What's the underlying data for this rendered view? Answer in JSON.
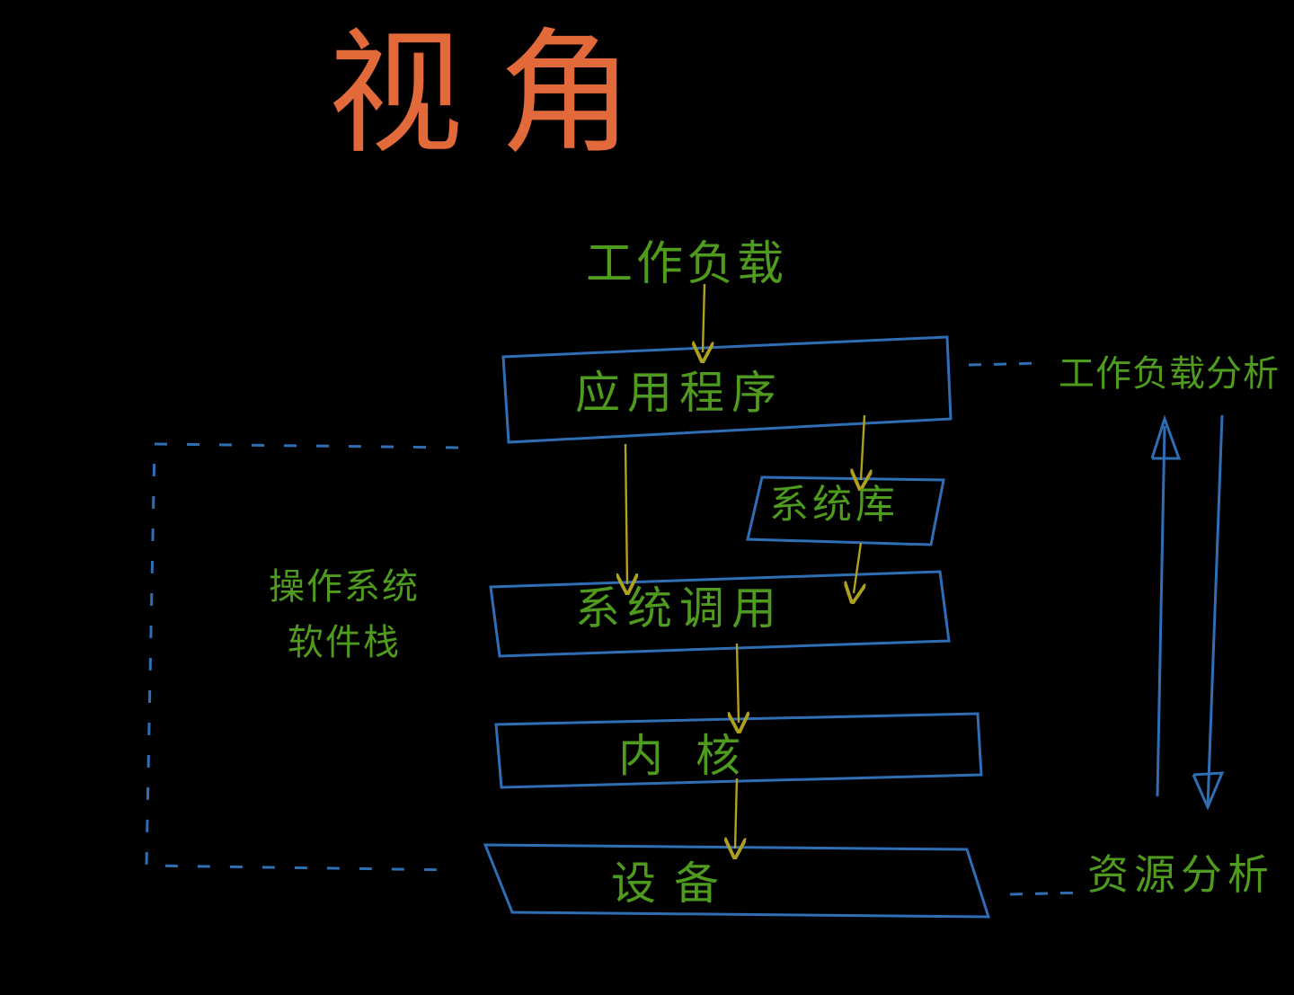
{
  "title": "视角",
  "diagram": {
    "workload": "工作负载",
    "layers": {
      "application": "应用程序",
      "system_library": "系统库",
      "system_call": "系统调用",
      "kernel": "内核",
      "device": "设备"
    },
    "os_software_stack": "操作系统软件栈",
    "workload_analysis": "工作负载分析",
    "resource_analysis": "资源分析"
  },
  "colors": {
    "title": "#e2693a",
    "text": "#4f9b1d",
    "box_stroke": "#2f6db5",
    "arrow": "#b0a020"
  }
}
